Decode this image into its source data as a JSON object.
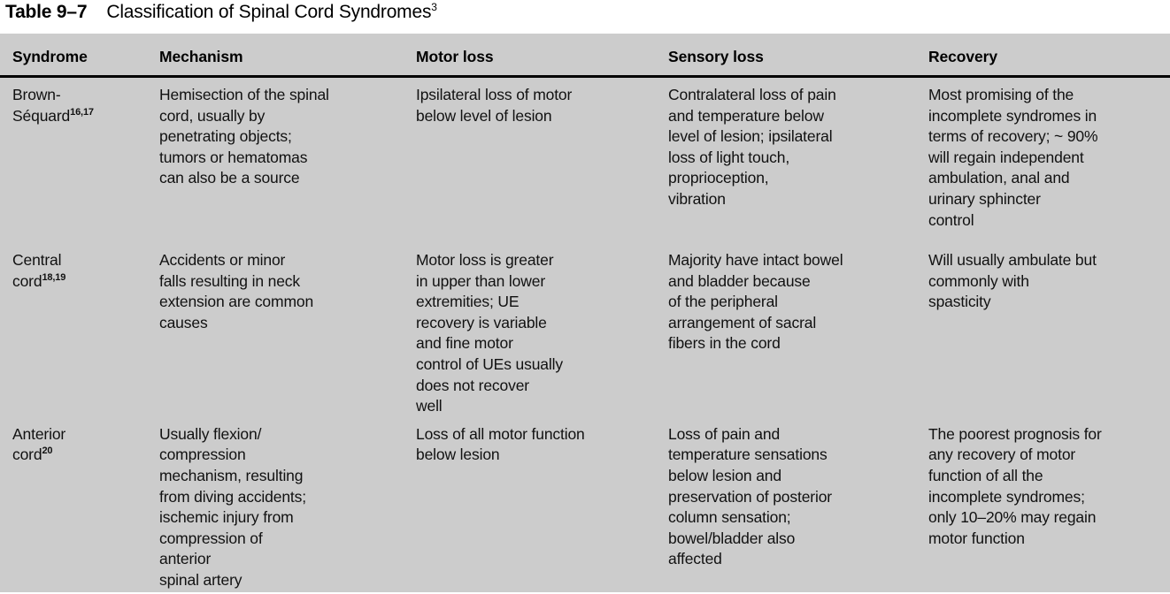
{
  "title": {
    "number": "Table 9–7",
    "caption": "Classification of Spinal Cord Syndromes",
    "caption_superscript": "3"
  },
  "colors": {
    "page_background": "#ffffff",
    "table_background": "#cccccc",
    "text": "#111111",
    "rule": "#000000"
  },
  "table": {
    "columns": [
      "Syndrome",
      "Mechanism",
      "Motor loss",
      "Sensory loss",
      "Recovery"
    ],
    "rows": [
      {
        "syndrome": "Brown-\nSéquard",
        "syndrome_superscript": "16,17",
        "mechanism": "Hemisection of the spinal\ncord, usually by\npenetrating objects;\ntumors or hematomas\ncan also be a source",
        "motor_loss": "Ipsilateral loss of motor\nbelow level of lesion",
        "sensory_loss": "Contralateral loss of pain\nand temperature below\nlevel of lesion; ipsilateral\nloss of light touch,\nproprioception,\nvibration",
        "recovery": "Most promising of the\nincomplete syndromes in\nterms of recovery; ~ 90%\nwill regain independent\nambulation, anal and\nurinary sphincter\ncontrol"
      },
      {
        "syndrome": "Central\ncord",
        "syndrome_superscript": "18,19",
        "mechanism": "Accidents or minor\nfalls resulting in neck\nextension are common\ncauses",
        "motor_loss": "Motor loss is greater\nin upper than lower\nextremities; UE\nrecovery is variable\nand fine motor\ncontrol of UEs usually\ndoes not recover\nwell",
        "sensory_loss": "Majority have intact bowel\nand bladder because\nof the peripheral\narrangement of sacral\nfibers in the cord",
        "recovery": "Will usually ambulate but\ncommonly with\nspasticity"
      },
      {
        "syndrome": "Anterior\ncord",
        "syndrome_superscript": "20",
        "mechanism": "Usually flexion/\ncompression\nmechanism, resulting\nfrom diving accidents;\nischemic injury from\ncompression of\nanterior\nspinal artery",
        "motor_loss": "Loss of all motor function\nbelow lesion",
        "sensory_loss": "Loss of pain and\ntemperature sensations\nbelow lesion and\npreservation of posterior\ncolumn sensation;\nbowel/bladder also\naffected",
        "recovery": "The poorest prognosis for\nany recovery of motor\nfunction of all the\nincomplete syndromes;\nonly 10–20% may regain\nmotor function"
      }
    ]
  }
}
